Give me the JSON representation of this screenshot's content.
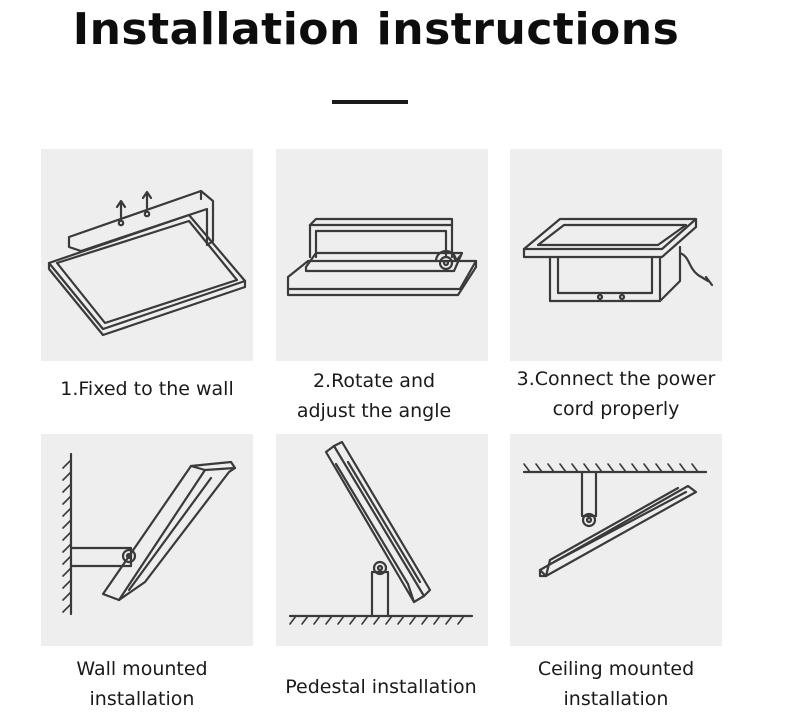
{
  "header": {
    "title": "Installation instructions"
  },
  "steps": [
    {
      "lines": [
        "1.Fixed to the wall"
      ]
    },
    {
      "lines": [
        "2.Rotate and",
        "adjust the angle"
      ]
    },
    {
      "lines": [
        "3.Connect the power",
        "cord properly"
      ]
    }
  ],
  "modes": [
    {
      "lines": [
        "Wall mounted",
        "installation"
      ]
    },
    {
      "lines": [
        "Pedestal installation"
      ]
    },
    {
      "lines": [
        "Ceiling mounted",
        "installation"
      ]
    }
  ],
  "colors": {
    "panel_bg": "#eeeeee",
    "line": "#3a3a3a",
    "text": "#1a1a1a"
  }
}
